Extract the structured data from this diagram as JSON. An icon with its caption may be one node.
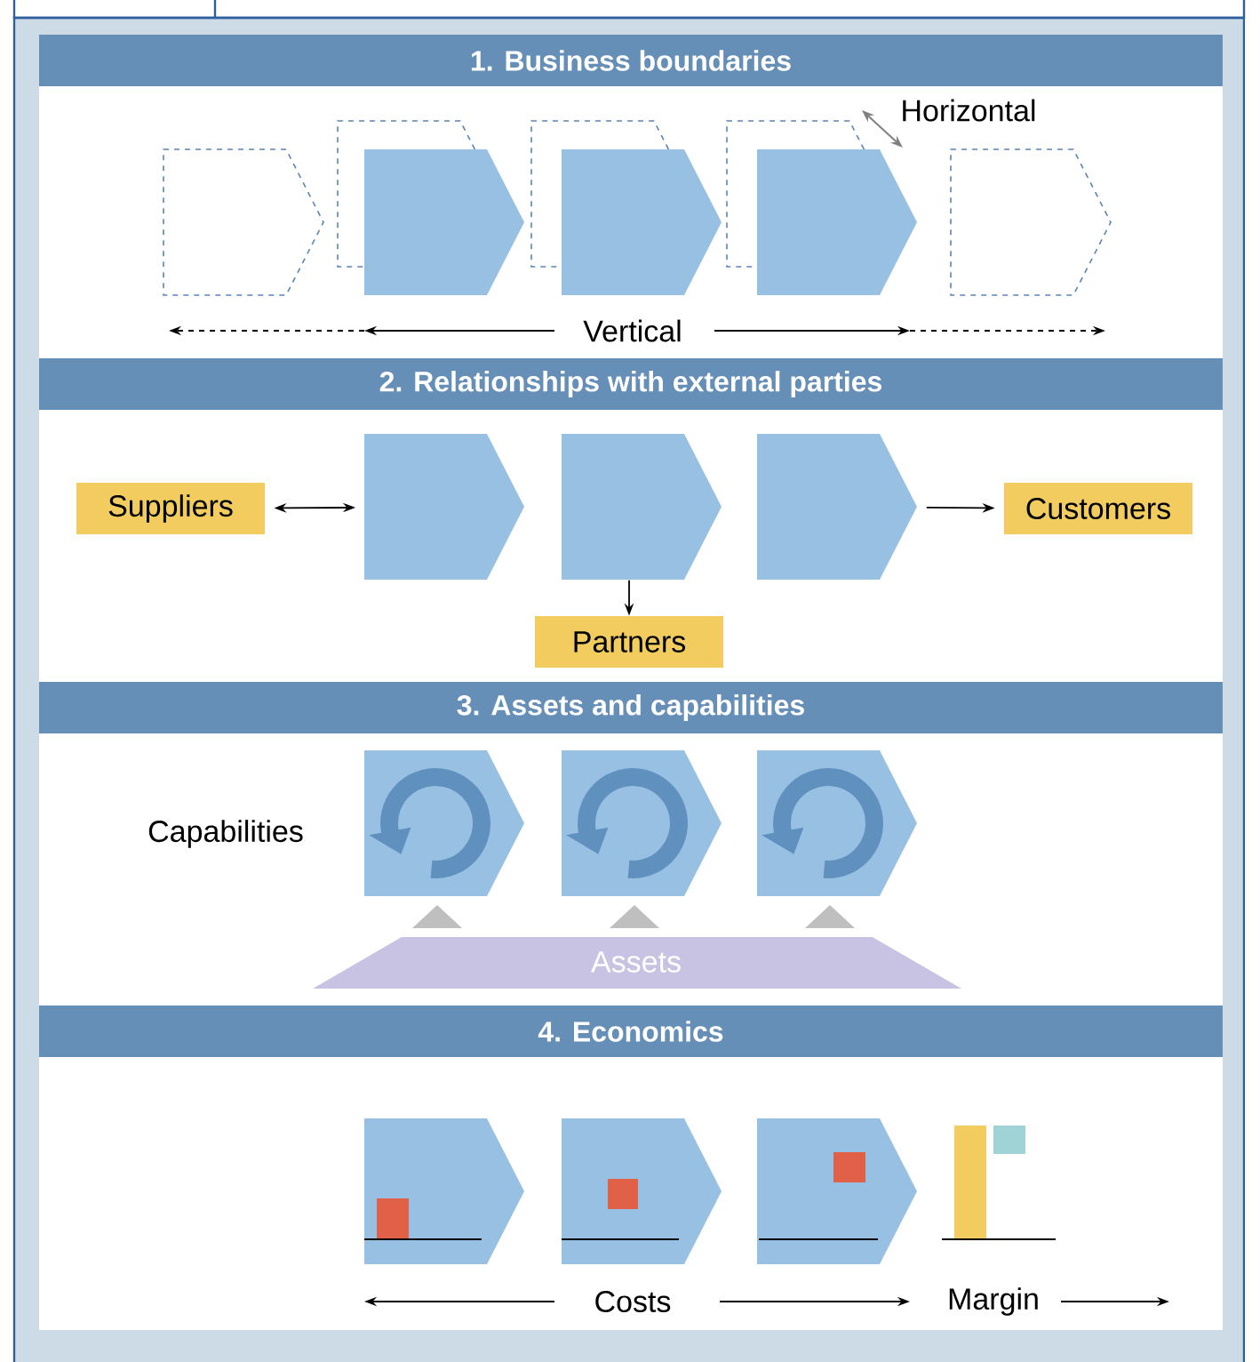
{
  "diagram": {
    "nodes": [
      {
        "text": [
          "1. Business boundaries"
        ]
      },
      {
        "text": [
          "2. Relationships with external parties"
        ]
      },
      {
        "text": [
          "Suppliers"
        ]
      },
      {
        "text": [],
        "shape": "chevron"
      },
      {
        "text": [],
        "shape": "chevron"
      },
      {
        "text": [],
        "shape": "chevron"
      },
      {
        "text": [
          "Customers"
        ]
      },
      {
        "text": [
          "Partners"
        ]
      },
      {
        "text": [
          "3. Assets and capabilities"
        ]
      },
      {
        "text": [
          "Assets"
        ]
      },
      {
        "text": [
          "4. Economics"
        ]
      }
    ],
    "edges": [
      {
        "from": 2,
        "to": 3,
        "arrow": "both"
      },
      {
        "from": 4,
        "to": 7,
        "arrow": "to"
      },
      {
        "from": 5,
        "to": 6,
        "arrow": "to"
      }
    ],
    "labels": [
      "Horizontal",
      "Vertical",
      "Capabilities",
      "Costs",
      "Margin"
    ]
  }
}
